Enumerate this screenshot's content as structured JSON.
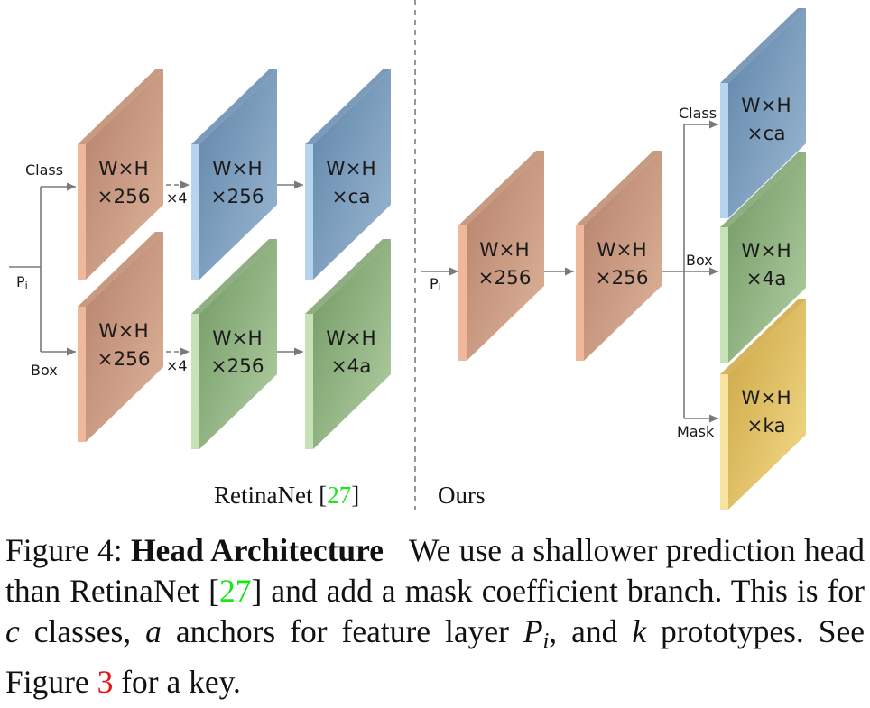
{
  "diagram": {
    "retinanet": {
      "label": "RetinaNet ",
      "ref": "27",
      "input": "Pi",
      "branch_class": "Class",
      "branch_box": "Box",
      "repeat_top": "×4",
      "repeat_bottom": "×4",
      "blocks": {
        "class_in": [
          "W×H",
          "×256"
        ],
        "class_mid": [
          "W×H",
          "×256"
        ],
        "class_out": [
          "W×H",
          "×ca"
        ],
        "box_in": [
          "W×H",
          "×256"
        ],
        "box_mid": [
          "W×H",
          "×256"
        ],
        "box_out": [
          "W×H",
          "×4a"
        ]
      }
    },
    "ours": {
      "label": "Ours",
      "input": "Pi",
      "branch_class": "Class",
      "branch_box": "Box",
      "branch_mask": "Mask",
      "blocks": {
        "b1": [
          "W×H",
          "×256"
        ],
        "b2": [
          "W×H",
          "×256"
        ],
        "class_out": [
          "W×H",
          "×ca"
        ],
        "box_out": [
          "W×H",
          "×4a"
        ],
        "mask_out": [
          "W×H",
          "×ka"
        ]
      }
    },
    "colors": {
      "orange": "#d19f84",
      "blue": "#7b9dbd",
      "green": "#9bb88d",
      "yellow": "#e8c86a"
    }
  },
  "caption": {
    "prefix": "Figure 4: ",
    "title": "Head Architecture",
    "s1": "We use a shallower prediction head than RetinaNet [",
    "ref1": "27",
    "s2": "] and add a mask coefficient branch. This is for ",
    "var_c": "c",
    "s3": " classes, ",
    "var_a": "a",
    "s4": " anchors for feature layer ",
    "var_p": "P",
    "var_i": "i",
    "s5": ", and ",
    "var_k": "k",
    "s6": " prototypes. See Figure ",
    "ref2": "3",
    "s7": " for a key."
  }
}
